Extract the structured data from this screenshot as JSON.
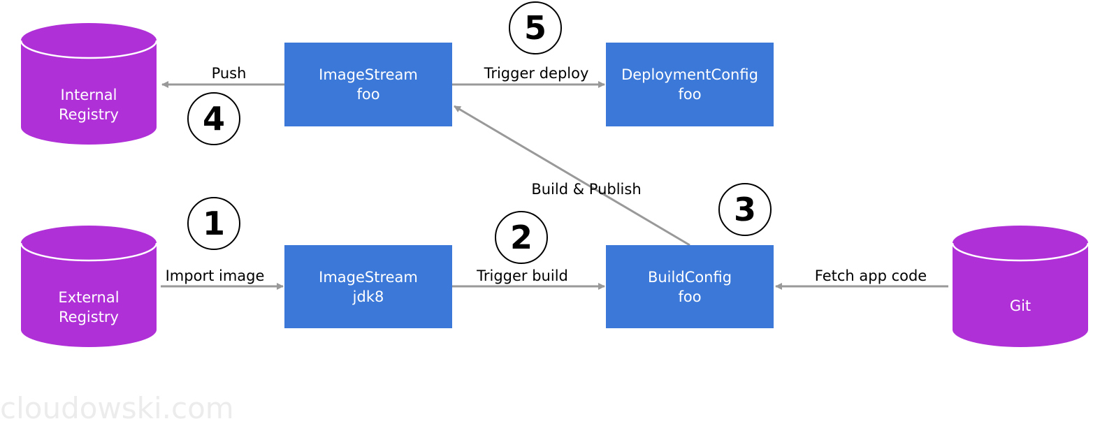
{
  "nodes": {
    "internal_registry": {
      "line1": "Internal",
      "line2": "Registry"
    },
    "external_registry": {
      "line1": "External",
      "line2": "Registry"
    },
    "git": {
      "line1": "Git"
    },
    "imagestream_foo": {
      "line1": "ImageStream",
      "line2": "foo"
    },
    "deploymentconfig_foo": {
      "line1": "DeploymentConfig",
      "line2": "foo"
    },
    "imagestream_jdk8": {
      "line1": "ImageStream",
      "line2": "jdk8"
    },
    "buildconfig_foo": {
      "line1": "BuildConfig",
      "line2": "foo"
    }
  },
  "edges": {
    "push": "Push",
    "trigger_deploy": "Trigger deploy",
    "build_publish": "Build & Publish",
    "import_image": "Import image",
    "trigger_build": "Trigger build",
    "fetch_app_code": "Fetch app code"
  },
  "steps": [
    "1",
    "2",
    "3",
    "4",
    "5"
  ],
  "watermark": "cloudowski.com",
  "colors": {
    "database": "#b030d8",
    "process": "#3c78d8",
    "arrow": "#999999"
  }
}
